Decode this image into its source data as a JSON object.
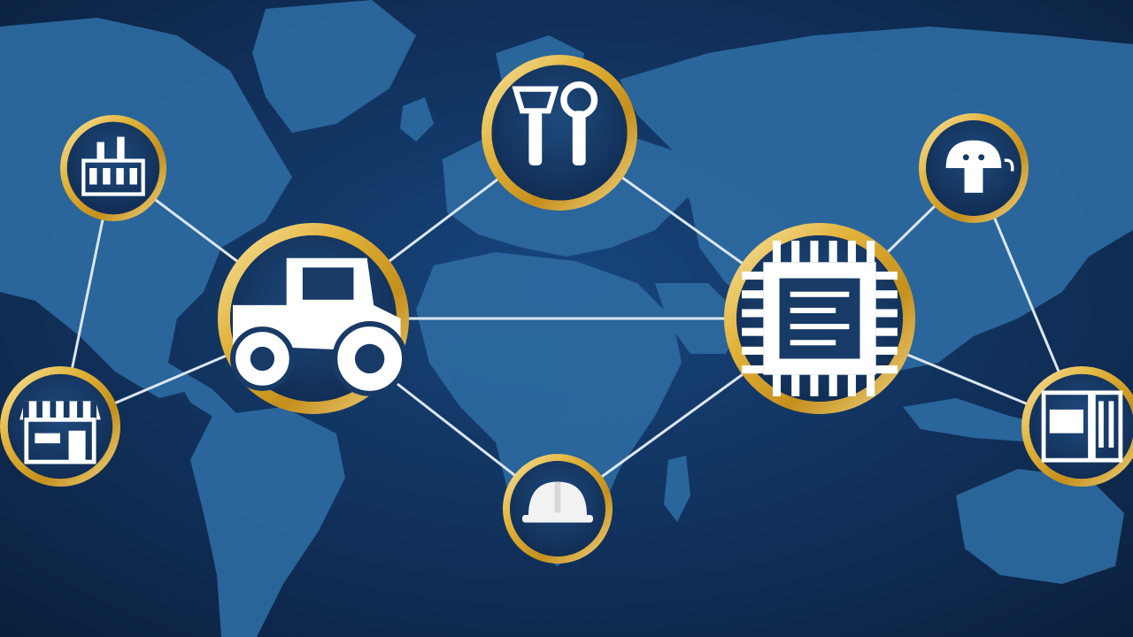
{
  "colors": {
    "ocean_dark": "#0c2244",
    "ocean_mid": "#13386a",
    "land": "#2d6aa1",
    "land_light": "#3b7fb8",
    "connector": "#dce6f2",
    "ring_gold": "#e2b33a",
    "ring_gold_light": "#f6e3a6",
    "node_fill": "#173a66",
    "icon_white": "#ffffff"
  },
  "nodes": [
    {
      "id": "factory",
      "icon": "factory-icon"
    },
    {
      "id": "shop",
      "icon": "storefront-icon"
    },
    {
      "id": "tractor",
      "icon": "tractor-icon"
    },
    {
      "id": "tools",
      "icon": "tools-icon"
    },
    {
      "id": "hardhat",
      "icon": "hard-hat-icon"
    },
    {
      "id": "chip",
      "icon": "microchip-icon"
    },
    {
      "id": "robot",
      "icon": "robot-arm-icon"
    },
    {
      "id": "appliance",
      "icon": "appliance-icon"
    }
  ],
  "links": [
    [
      "factory",
      "tractor"
    ],
    [
      "factory",
      "shop"
    ],
    [
      "shop",
      "tractor"
    ],
    [
      "tractor",
      "tools"
    ],
    [
      "tractor",
      "chip"
    ],
    [
      "tractor",
      "hardhat"
    ],
    [
      "tools",
      "chip"
    ],
    [
      "hardhat",
      "chip"
    ],
    [
      "chip",
      "robot"
    ],
    [
      "chip",
      "appliance"
    ],
    [
      "robot",
      "appliance"
    ]
  ]
}
